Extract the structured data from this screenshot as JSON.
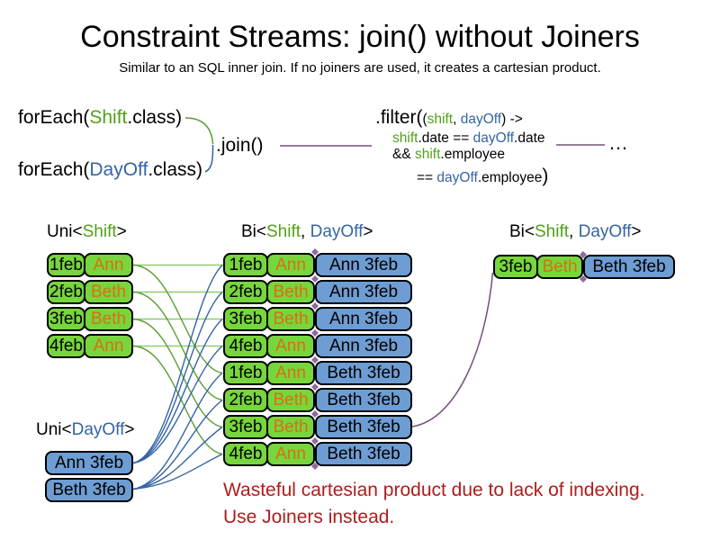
{
  "title": "Constraint Streams: join() without Joiners",
  "subtitle": "Similar to an SQL inner join. If no joiners are used, it creates a cartesian product.",
  "code": {
    "foreach_shift_pre": "forEach(",
    "foreach_shift_class": "Shift",
    "foreach_shift_post": ".class)",
    "foreach_dayoff_pre": "forEach(",
    "foreach_dayoff_class": "DayOff",
    "foreach_dayoff_post": ".class)",
    "join": ".join()",
    "ellipsis": "…",
    "filter_l1_big": ".filter(",
    "filter_l1_open": "(",
    "filter_l1_shift": "shift",
    "filter_l1_sep": ", ",
    "filter_l1_dayoff": "dayOff",
    "filter_l1_end": ") ->",
    "filter_l2_shift": "shift",
    "filter_l2_mid": ".date == ",
    "filter_l2_dayoff": "dayOff",
    "filter_l2_end": ".date",
    "filter_l3_amp": "&& ",
    "filter_l3_shift": "shift",
    "filter_l3_end": ".employee",
    "filter_l4_eq": "== ",
    "filter_l4_dayoff": "dayOff",
    "filter_l4_end": ".employee",
    "filter_l4_close": ")"
  },
  "labels": {
    "uni_shift_pre": "Uni<",
    "uni_shift_type": "Shift",
    "uni_shift_post": ">",
    "bi_pre": "Bi<",
    "bi_shift": "Shift",
    "bi_sep": ", ",
    "bi_dayoff": "DayOff",
    "bi_post": ">",
    "uni_dayoff_pre": "Uni<",
    "uni_dayoff_type": "DayOff",
    "uni_dayoff_post": ">"
  },
  "shift_rows": [
    {
      "date": "1feb",
      "name": "Ann"
    },
    {
      "date": "2feb",
      "name": "Beth"
    },
    {
      "date": "3feb",
      "name": "Beth"
    },
    {
      "date": "4feb",
      "name": "Ann"
    }
  ],
  "dayoff_rows": [
    {
      "label": "Ann 3feb"
    },
    {
      "label": "Beth 3feb"
    }
  ],
  "bi_rows": [
    {
      "date": "1feb",
      "name": "Ann",
      "pair": "Ann 3feb"
    },
    {
      "date": "2feb",
      "name": "Beth",
      "pair": "Ann 3feb"
    },
    {
      "date": "3feb",
      "name": "Beth",
      "pair": "Ann 3feb"
    },
    {
      "date": "4feb",
      "name": "Ann",
      "pair": "Ann 3feb"
    },
    {
      "date": "1feb",
      "name": "Ann",
      "pair": "Beth 3feb"
    },
    {
      "date": "2feb",
      "name": "Beth",
      "pair": "Beth 3feb"
    },
    {
      "date": "3feb",
      "name": "Beth",
      "pair": "Beth 3feb"
    },
    {
      "date": "4feb",
      "name": "Ann",
      "pair": "Beth 3feb"
    }
  ],
  "result_row": {
    "date": "3feb",
    "name": "Beth",
    "pair": "Beth 3feb"
  },
  "note": {
    "line1": "Wasteful cartesian product due to lack of indexing.",
    "line2": "Use Joiners instead."
  },
  "colors": {
    "shift_green": "#52a018",
    "dayoff_blue": "#3465a4",
    "employee_orange": "#d9700f",
    "box_green": "#77d53d",
    "box_blue": "#6d9dd3",
    "line_green": "#5a9e32",
    "line_blue": "#3465a4",
    "connector_purple": "#75507b",
    "note_red": "#b01c1c"
  }
}
